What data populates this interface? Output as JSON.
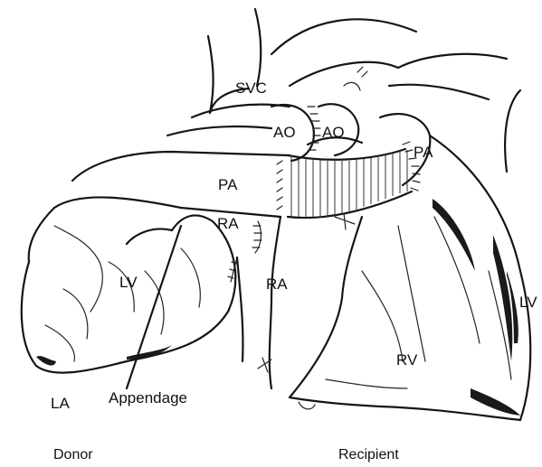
{
  "labels": {
    "svc": "SVC",
    "ao_donor": "AO",
    "ao_recipient": "AO",
    "pa_donor": "PA",
    "pa_recipient": "PA",
    "ra_donor": "RA",
    "ra_recipient": "RA",
    "lv_donor": "LV",
    "lv_recipient": "LV",
    "rv": "RV",
    "la": "LA",
    "appendage": "Appendage"
  },
  "captions": {
    "donor": "Donor",
    "recipient": "Recipient"
  }
}
